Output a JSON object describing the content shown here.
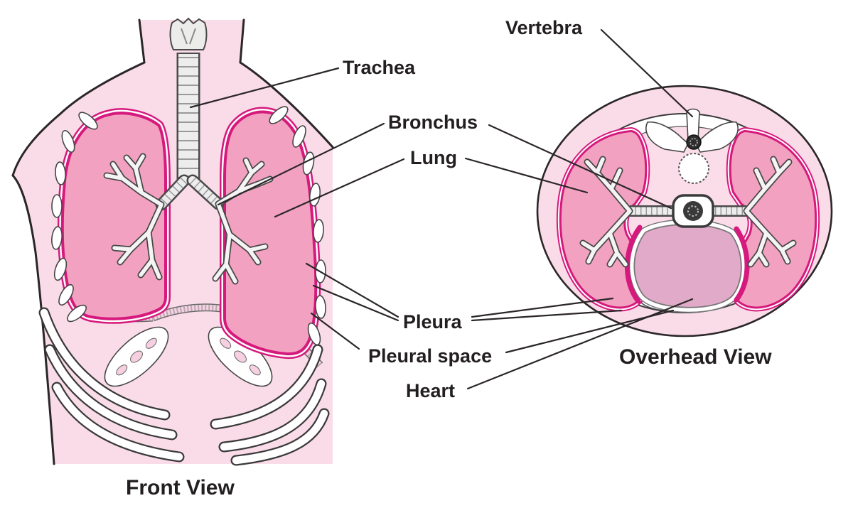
{
  "labels": {
    "trachea": "Trachea",
    "bronchus": "Bronchus",
    "lung": "Lung",
    "pleura": "Pleura",
    "pleural_space": "Pleural space",
    "heart": "Heart",
    "vertebra": "Vertebra"
  },
  "view_titles": {
    "front": "Front View",
    "overhead": "Overhead View"
  },
  "colors": {
    "background": "#ffffff",
    "body_pink": "#fadce9",
    "lung_pink": "#f2a2c0",
    "pleura_magenta": "#d6197d",
    "heart_mauve": "#e0aac8",
    "cartilage_gray": "#ececeb",
    "outline_dark": "#2b2628",
    "text": "#231f20"
  }
}
